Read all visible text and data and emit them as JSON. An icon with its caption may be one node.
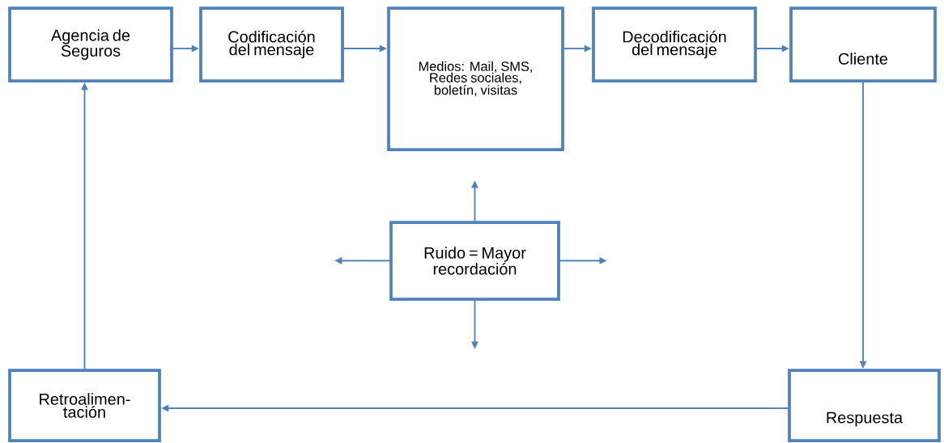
{
  "diagram": {
    "nodes": [
      {
        "text": [
          "Agencia de Seguros"
        ]
      },
      {
        "text": [
          "Codificación del mensaje"
        ]
      },
      {
        "text": [
          "Medios: Mail, SMS, Redes sociales, boletín, visitas"
        ]
      },
      {
        "text": [
          "Decodificación del mensaje"
        ]
      },
      {
        "text": [
          "Cliente"
        ]
      },
      {
        "text": [
          "Ruido = Mayor recordación"
        ]
      },
      {
        "text": [
          "Retroalimen-tación"
        ]
      },
      {
        "text": [
          "Respuesta"
        ]
      }
    ],
    "edges": [
      {
        "from": 0,
        "to": 1,
        "arrow": "to"
      },
      {
        "from": 1,
        "to": 2,
        "arrow": "to"
      },
      {
        "from": 2,
        "to": 3,
        "arrow": "to"
      },
      {
        "from": 3,
        "to": 4,
        "arrow": "to"
      },
      {
        "from": 4,
        "to": 7,
        "arrow": "to"
      },
      {
        "from": 7,
        "to": 6,
        "arrow": "to"
      },
      {
        "from": 6,
        "to": 0,
        "arrow": "to"
      },
      {
        "from": 5,
        "to": null,
        "arrow": "to"
      },
      {
        "from": 5,
        "to": null,
        "arrow": "to"
      },
      {
        "from": 5,
        "to": null,
        "arrow": "to"
      },
      {
        "from": 5,
        "to": null,
        "arrow": "to"
      }
    ]
  }
}
